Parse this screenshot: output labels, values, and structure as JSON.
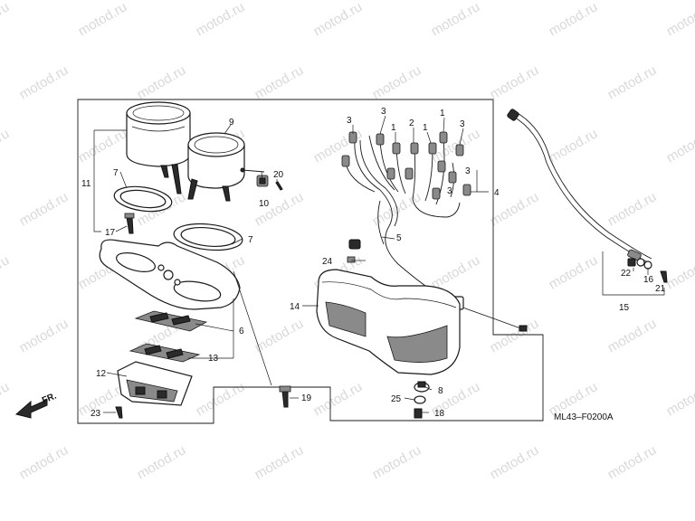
{
  "diagram": {
    "watermark_text": "motod.ru",
    "code": "ML43–F0200A",
    "front_marker": "FR.",
    "callouts": {
      "c1a": "1",
      "c1b": "1",
      "c1c": "1",
      "c2": "2",
      "c3a": "3",
      "c3b": "3",
      "c3c": "3",
      "c3d": "3",
      "c3e": "3",
      "c4": "4",
      "c5": "5",
      "c6": "6",
      "c7a": "7",
      "c7b": "7",
      "c8": "8",
      "c9": "9",
      "c10": "10",
      "c11": "11",
      "c12": "12",
      "c13": "13",
      "c14": "14",
      "c15": "15",
      "c16": "16",
      "c17": "17",
      "c18": "18",
      "c19": "19",
      "c20": "20",
      "c21": "21",
      "c22": "22",
      "c23": "23",
      "c24": "24",
      "c25": "25"
    }
  }
}
